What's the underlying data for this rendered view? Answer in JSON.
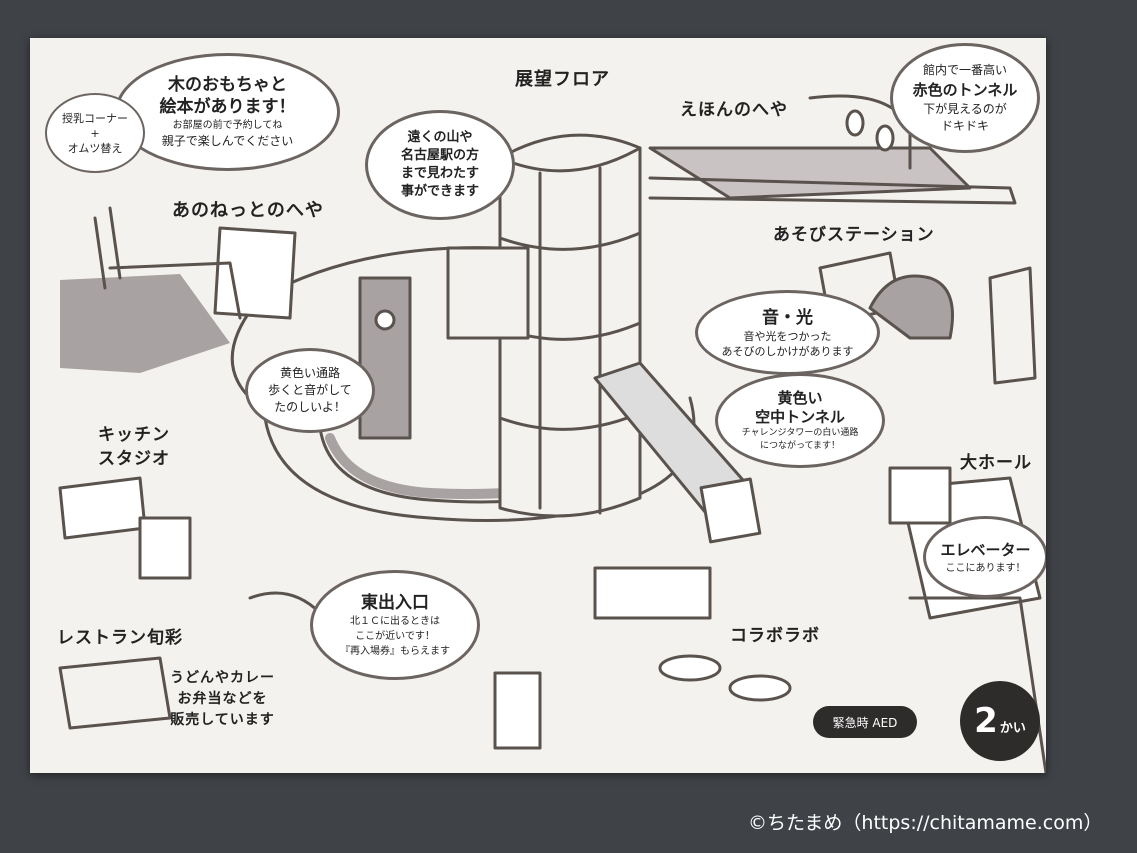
{
  "labels": {
    "tenbou": "展望フロア",
    "ehon": "えほんのへや",
    "anonetto": "あのねっとのへや",
    "asobi": "あそびステーション",
    "kitchen": "キッチン\nスタジオ",
    "restaurant": "レストラン旬彩",
    "restaurant_desc": "うどんやカレー\nお弁当などを\n販売しています",
    "collabo": "コラボラボ",
    "hall": "大ホール"
  },
  "bubbles": {
    "toys_title": "木のおもちゃと\n絵本があります！",
    "toys_sub1": "お部屋の前で予約してね",
    "toys_sub2": "親子で楽しんでください",
    "nursing": "授乳コーナー\n+\nオムツ替え",
    "view": "遠くの山や\n名古屋駅の方\nまで見わたす\n事ができます",
    "tunnel_red_pre": "館内で一番高い",
    "tunnel_red_title": "赤色のトンネル",
    "tunnel_red_post": "下が見えるのが\nドキドキ",
    "sound_title": "音・光",
    "sound_sub": "音や光をつかった\nあそびのしかけがあります",
    "yellow_path": "黄色い通路\n歩くと音がして\nたのしいよ！",
    "yellow_tunnel_title": "黄色い\n空中トンネル",
    "yellow_tunnel_sub": "チャレンジタワーの白い通路\nにつながってます！",
    "elevator_title": "エレベーター",
    "elevator_sub": "ここにあります！",
    "east_title": "東出入口",
    "east_sub": "北１Ｃに出るときは\nここが近いです！\n『再入場券』もらえます"
  },
  "aed": "緊急時 AED",
  "floor": {
    "number": "2",
    "kana": "かい"
  },
  "credit": "©ちたまめ（https://chitamame.com）",
  "colors": {
    "ink": "#5a524d",
    "gray_fill": "#a9a2a2",
    "paper": "#f4f2ee",
    "dark": "#2e2b2b"
  }
}
